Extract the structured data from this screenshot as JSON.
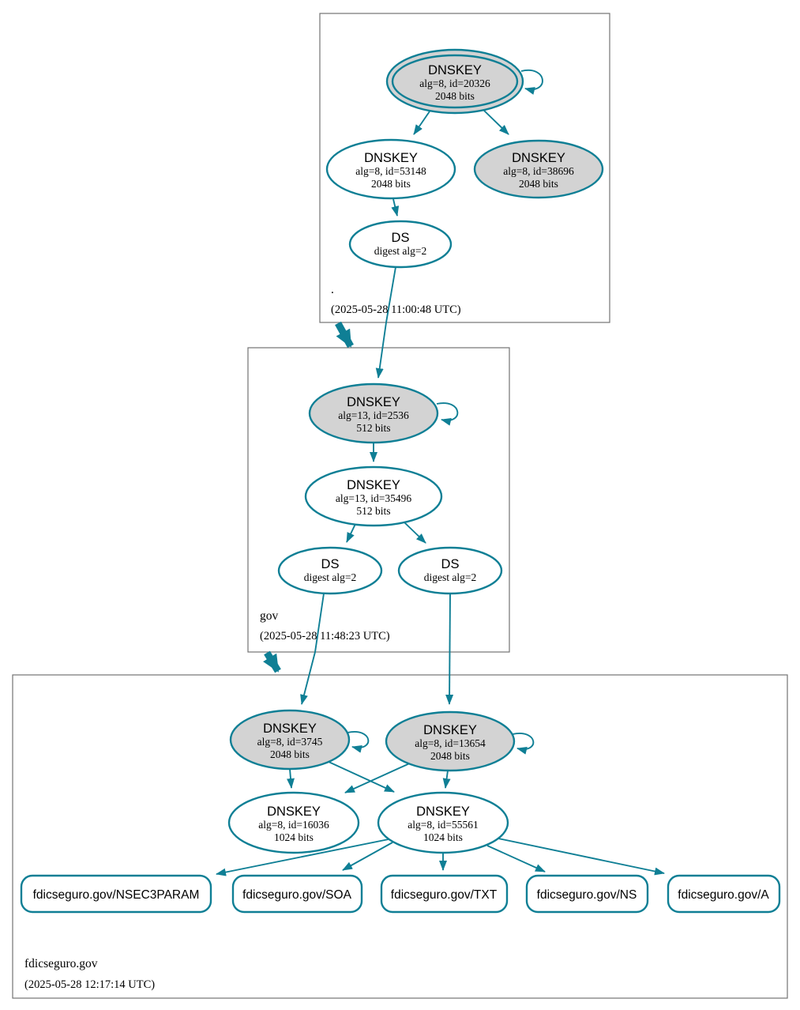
{
  "colors": {
    "edge_teal": "#0f7f95",
    "ksk_fill": "#d3d3d3",
    "node_fill": "#ffffff",
    "zone_border": "#737373",
    "text": "#000000"
  },
  "zones": {
    "root": {
      "name": ".",
      "timestamp": "(2025-05-28 11:00:48 UTC)"
    },
    "gov": {
      "name": "gov",
      "timestamp": "(2025-05-28 11:48:23 UTC)"
    },
    "fdicseguro": {
      "name": "fdicseguro.gov",
      "timestamp": "(2025-05-28 12:17:14 UTC)"
    }
  },
  "nodes": {
    "root_ksk": {
      "title": "DNSKEY",
      "detail": "alg=8, id=20326",
      "bits": "2048 bits"
    },
    "root_zsk": {
      "title": "DNSKEY",
      "detail": "alg=8, id=53148",
      "bits": "2048 bits"
    },
    "root_ksk2": {
      "title": "DNSKEY",
      "detail": "alg=8, id=38696",
      "bits": "2048 bits"
    },
    "root_ds": {
      "title": "DS",
      "detail": "digest alg=2"
    },
    "gov_ksk": {
      "title": "DNSKEY",
      "detail": "alg=13, id=2536",
      "bits": "512 bits"
    },
    "gov_zsk": {
      "title": "DNSKEY",
      "detail": "alg=13, id=35496",
      "bits": "512 bits"
    },
    "gov_ds1": {
      "title": "DS",
      "detail": "digest alg=2"
    },
    "gov_ds2": {
      "title": "DS",
      "detail": "digest alg=2"
    },
    "fdic_ksk1": {
      "title": "DNSKEY",
      "detail": "alg=8, id=3745",
      "bits": "2048 bits"
    },
    "fdic_ksk2": {
      "title": "DNSKEY",
      "detail": "alg=8, id=13654",
      "bits": "2048 bits"
    },
    "fdic_zsk1": {
      "title": "DNSKEY",
      "detail": "alg=8, id=16036",
      "bits": "1024 bits"
    },
    "fdic_zsk2": {
      "title": "DNSKEY",
      "detail": "alg=8, id=55561",
      "bits": "1024 bits"
    }
  },
  "rrsets": {
    "nsec3param": {
      "label": "fdicseguro.gov/NSEC3PARAM"
    },
    "soa": {
      "label": "fdicseguro.gov/SOA"
    },
    "txt": {
      "label": "fdicseguro.gov/TXT"
    },
    "ns": {
      "label": "fdicseguro.gov/NS"
    },
    "a": {
      "label": "fdicseguro.gov/A"
    }
  }
}
